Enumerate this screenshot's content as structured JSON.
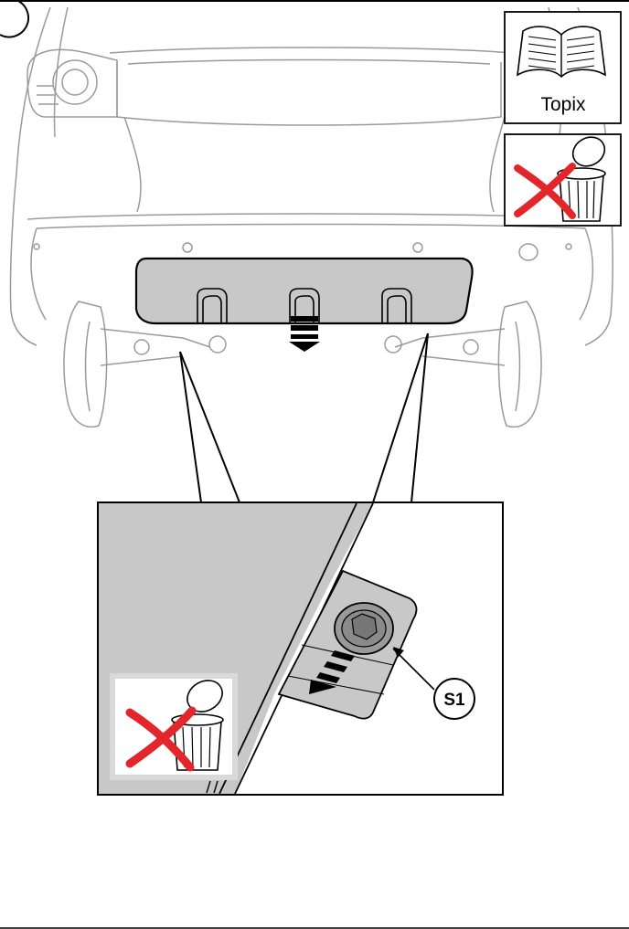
{
  "manual_icon": {
    "label": "Topix"
  },
  "callouts": [
    {
      "id": "s1",
      "label": "S1"
    }
  ],
  "colors": {
    "line": "#000000",
    "faint_line": "#9a9a9a",
    "panel_fill": "#c8c8c8",
    "disposal_cross": "#e3262b"
  },
  "icons": [
    "manual-book-icon",
    "bin-disposal-icon",
    "arrow-down-icon"
  ]
}
